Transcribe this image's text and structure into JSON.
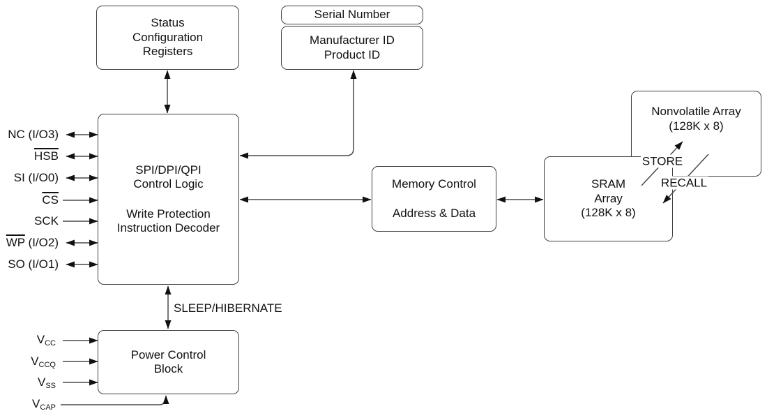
{
  "diagram": {
    "boxes": {
      "status": {
        "lines": [
          "Status",
          "Configuration",
          "Registers"
        ]
      },
      "serial": {
        "label": "Serial Number"
      },
      "id": {
        "lines": [
          "Manufacturer ID",
          "Product ID"
        ]
      },
      "control": {
        "lines": [
          "SPI/DPI/QPI",
          "Control Logic",
          "Write Protection",
          "Instruction Decoder"
        ]
      },
      "memory": {
        "lines": [
          "Memory Control",
          "Address & Data"
        ]
      },
      "sram": {
        "lines": [
          "SRAM",
          "Array",
          "(128K x 8)"
        ]
      },
      "nonvolatile": {
        "lines": [
          "Nonvolatile Array",
          "(128K x 8)"
        ]
      },
      "power": {
        "lines": [
          "Power Control",
          "Block"
        ]
      }
    },
    "annotations": {
      "sleep": "SLEEP/HIBERNATE",
      "store": "STORE",
      "recall": "RECALL"
    },
    "pins": {
      "left": [
        {
          "label": "NC (I/O3)"
        },
        {
          "overline": "HSB"
        },
        {
          "label": "SI (I/O0)"
        },
        {
          "overline": "CS"
        },
        {
          "label": "SCK"
        },
        {
          "overline": "WP",
          "suffix": " (I/O2)"
        },
        {
          "label": "SO (I/O1)"
        }
      ],
      "power": [
        {
          "base": "V",
          "sub": "CC"
        },
        {
          "base": "V",
          "sub": "CCQ"
        },
        {
          "base": "V",
          "sub": "SS"
        },
        {
          "base": "V",
          "sub": "CAP"
        }
      ]
    },
    "colors": {
      "line": "#4a4a4a",
      "arrow": "#111111",
      "text": "#111111",
      "background": "#ffffff"
    }
  }
}
